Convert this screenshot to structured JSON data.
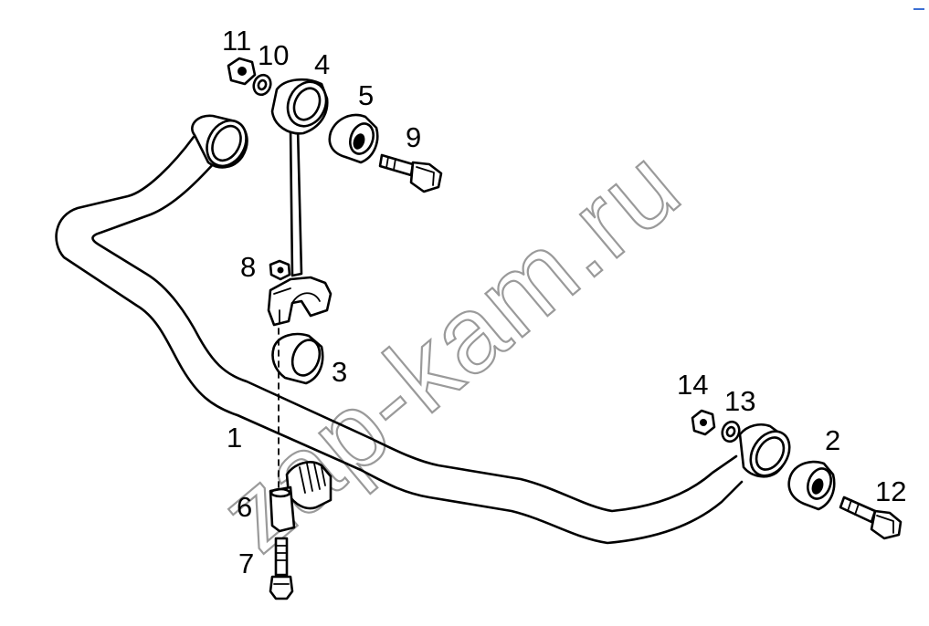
{
  "diagram": {
    "watermark": "zap-kam.ru",
    "callouts": [
      {
        "id": "c1",
        "label": "1"
      },
      {
        "id": "c2",
        "label": "2"
      },
      {
        "id": "c3",
        "label": "3"
      },
      {
        "id": "c4",
        "label": "4"
      },
      {
        "id": "c5",
        "label": "5"
      },
      {
        "id": "c6",
        "label": "6"
      },
      {
        "id": "c7",
        "label": "7"
      },
      {
        "id": "c8",
        "label": "8"
      },
      {
        "id": "c9",
        "label": "9"
      },
      {
        "id": "c10",
        "label": "10"
      },
      {
        "id": "c11",
        "label": "11"
      },
      {
        "id": "c12",
        "label": "12"
      },
      {
        "id": "c13",
        "label": "13"
      },
      {
        "id": "c14",
        "label": "14"
      }
    ],
    "line_color": "#000000",
    "watermark_color": "#9a9a9a",
    "background": "#ffffff"
  }
}
